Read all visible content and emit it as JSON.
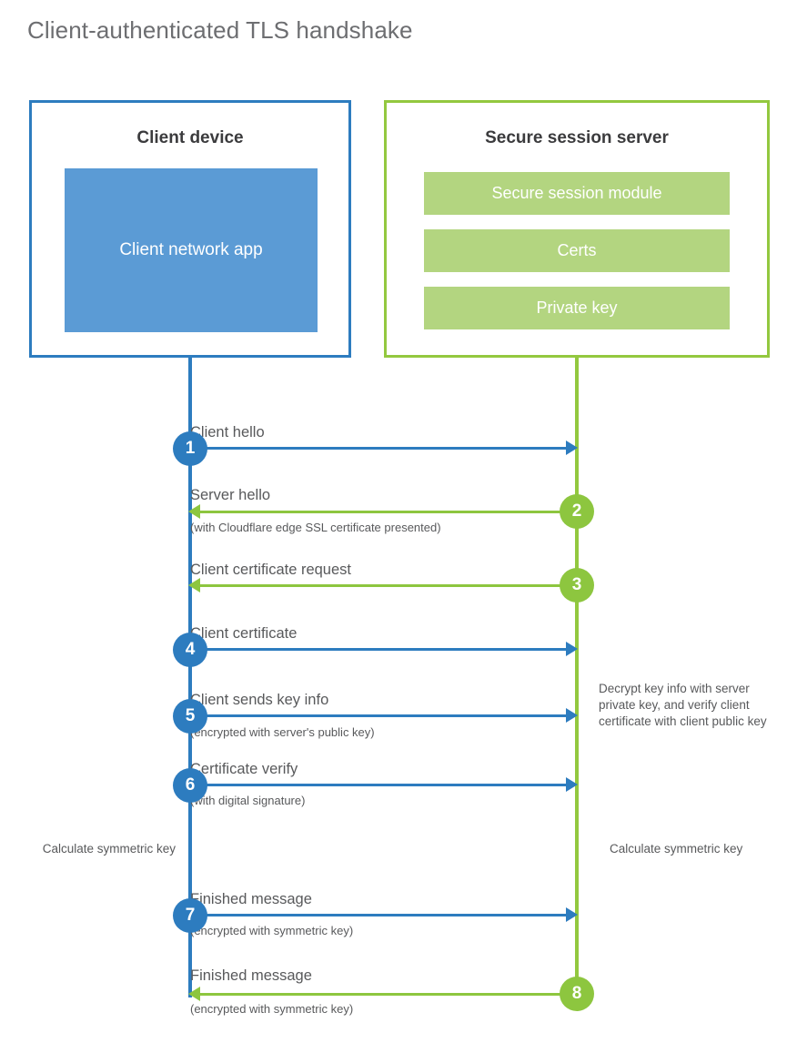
{
  "title": "Client-authenticated TLS handshake",
  "colors": {
    "client_blue": "#2d7cbf",
    "client_app_fill": "#5b9bd5",
    "server_green": "#93c83f",
    "server_bar_fill": "#b3d580",
    "arrow_green": "#8dc63f",
    "text_gray": "#58595b"
  },
  "client": {
    "title": "Client device",
    "app_label": "Client network\napp"
  },
  "server": {
    "title": "Secure session server",
    "modules": [
      "Secure session module",
      "Certs",
      "Private key"
    ]
  },
  "steps": [
    {
      "number": "1",
      "label": "Client hello",
      "sublabel": "",
      "direction": "client-to-server",
      "color": "blue"
    },
    {
      "number": "2",
      "label": "Server hello",
      "sublabel": "(with Cloudflare edge SSL certificate presented)",
      "direction": "server-to-client",
      "color": "green"
    },
    {
      "number": "3",
      "label": "Client certificate request",
      "sublabel": "",
      "direction": "server-to-client",
      "color": "green"
    },
    {
      "number": "4",
      "label": "Client certificate",
      "sublabel": "",
      "direction": "client-to-server",
      "color": "blue"
    },
    {
      "number": "5",
      "label": "Client sends key info",
      "sublabel": "(encrypted with server's public key)",
      "direction": "client-to-server",
      "color": "blue"
    },
    {
      "number": "6",
      "label": "Certificate verify",
      "sublabel": "(with digital signature)",
      "direction": "client-to-server",
      "color": "blue"
    },
    {
      "number": "7",
      "label": "Finished message",
      "sublabel": "(encrypted with symmetric key)",
      "direction": "client-to-server",
      "color": "blue"
    },
    {
      "number": "8",
      "label": "Finished message",
      "sublabel": "(encrypted with symmetric key)",
      "direction": "server-to-client",
      "color": "green"
    }
  ],
  "annotations": {
    "server_decrypt": "Decrypt key info with server private key, and verify client certificate with client public key",
    "client_calculate": "Calculate symmetric key",
    "server_calculate": "Calculate symmetric key"
  }
}
